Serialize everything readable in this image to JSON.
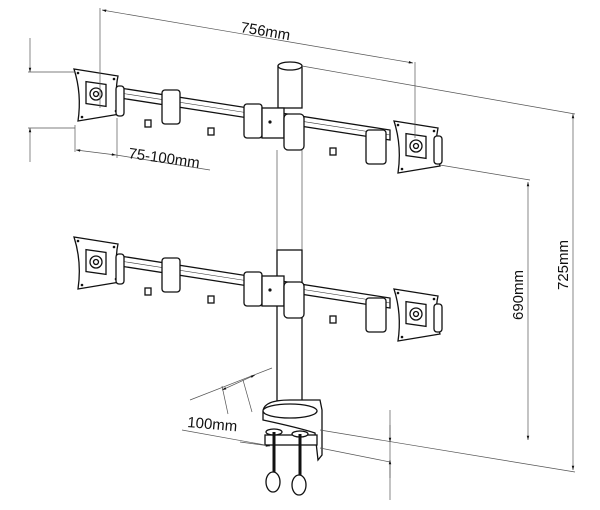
{
  "title": "Quad monitor desk mount dimension diagram",
  "dimensions": {
    "arm_span": "756mm",
    "vesa": "75-100mm",
    "lower_height": "690mm",
    "total_height": "725mm",
    "clamp_offset": "100mm"
  },
  "colors": {
    "line": "#111111",
    "background": "#ffffff"
  }
}
